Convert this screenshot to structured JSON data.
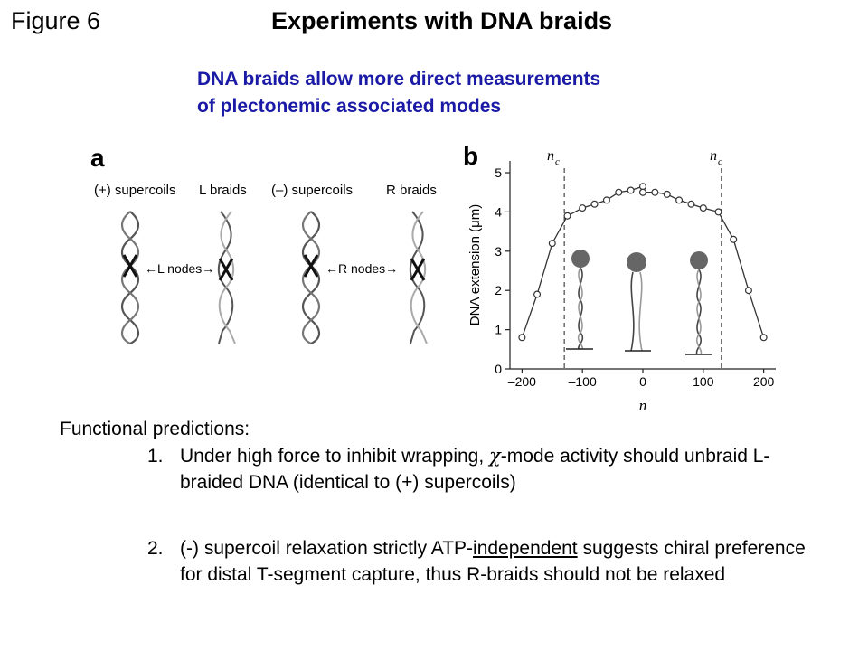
{
  "header": {
    "figure_label": "Figure 6",
    "title": "Experiments with DNA braids"
  },
  "subtitle": {
    "line1": "DNA braids allow more direct measurements",
    "line2": "of plectonemic associated modes"
  },
  "panel_a": {
    "letter": "a",
    "columns": [
      "(+) supercoils",
      "L braids",
      "(–) supercoils",
      "R braids"
    ],
    "arrows": [
      "←L nodes→",
      "←R nodes→"
    ]
  },
  "panel_b": {
    "letter": "b",
    "nc_left": "n",
    "nc_right": "n",
    "nc_sub": "c"
  },
  "chart_data": {
    "type": "line",
    "title": "",
    "xlabel": "n",
    "ylabel": "DNA extension (μm)",
    "xlim": [
      -220,
      220
    ],
    "ylim": [
      0,
      5.3
    ],
    "xticks": [
      -200,
      -100,
      0,
      100,
      200
    ],
    "xtick_labels": [
      "–200",
      "–100",
      "0",
      "100",
      "200"
    ],
    "yticks": [
      0,
      1,
      2,
      3,
      4,
      5
    ],
    "ytick_labels": [
      "0",
      "1",
      "2",
      "3",
      "4",
      "5"
    ],
    "vlines": [
      -130,
      130
    ],
    "series": [
      {
        "x": [
          -200,
          -175,
          -150,
          -125,
          -100,
          -80,
          -60,
          -40,
          -20,
          0,
          0,
          0,
          20,
          40,
          60,
          80,
          100,
          125,
          150,
          175,
          200
        ],
        "y": [
          0.8,
          1.9,
          3.2,
          3.9,
          4.1,
          4.2,
          4.3,
          4.5,
          4.55,
          4.65,
          4.5,
          4.5,
          4.5,
          4.45,
          4.3,
          4.2,
          4.1,
          4.0,
          3.3,
          2.0,
          0.8
        ]
      }
    ]
  },
  "predictions": {
    "heading": "Functional predictions:",
    "item1": {
      "number": "1.",
      "text_before": "Under high force to inhibit wrapping, ",
      "chi": "χ",
      "text_after": "-mode activity should unbraid L-braided DNA (identical to (+) supercoils)"
    },
    "item2": {
      "number": "2.",
      "text_before": "(-) supercoil relaxation strictly ATP-",
      "underlined": "independent",
      "text_after": " suggests chiral preference for distal T-segment capture, thus R-braids should not be relaxed"
    }
  }
}
